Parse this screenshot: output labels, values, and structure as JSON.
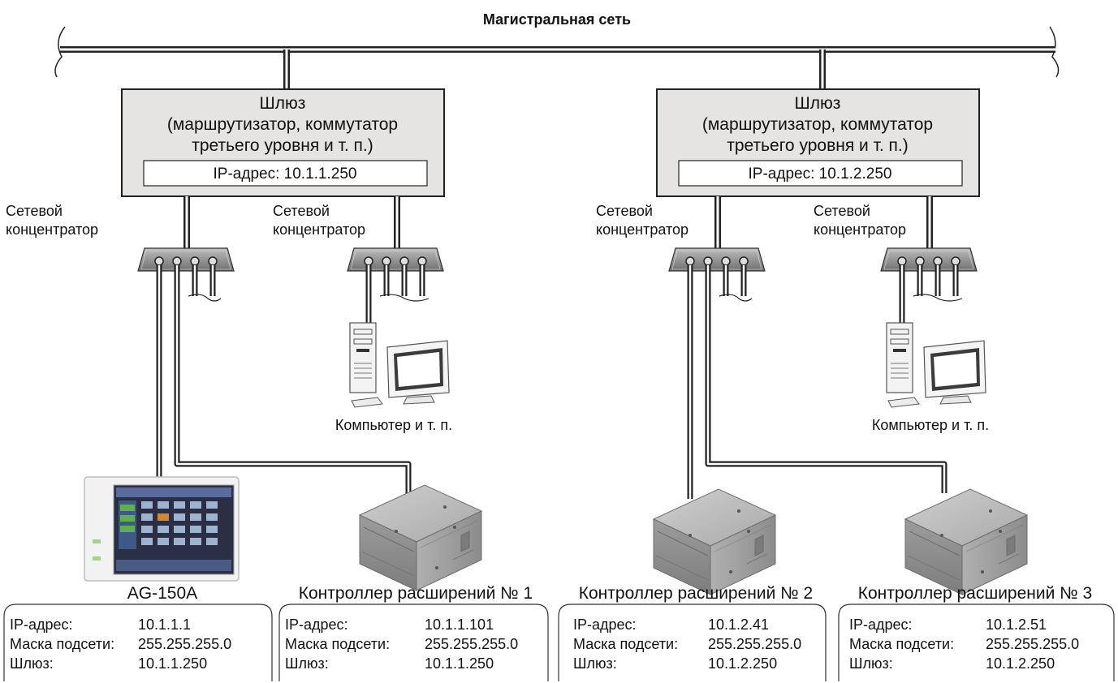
{
  "backbone_label": "Магистральная сеть",
  "gateways": [
    {
      "name": "Шлюз",
      "desc_line1": "(маршрутизатор, коммутатор",
      "desc_line2": "третьего уровня и т. п.)",
      "ip": "IP-адрес: 10.1.1.250"
    },
    {
      "name": "Шлюз",
      "desc_line1": "(маршрутизатор, коммутатор",
      "desc_line2": "третьего уровня и т. п.)",
      "ip": "IP-адрес: 10.1.2.250"
    }
  ],
  "hubs": [
    {
      "line1": "Сетевой",
      "line2": "концентратор"
    },
    {
      "line1": "Сетевой",
      "line2": "концентратор"
    },
    {
      "line1": "Сетевой",
      "line2": "концентратор"
    },
    {
      "line1": "Сетевой",
      "line2": "концентратор"
    }
  ],
  "computers": [
    {
      "label": "Компьютер и т. п."
    },
    {
      "label": "Компьютер и т. п."
    }
  ],
  "devices": [
    {
      "name": "AG-150A",
      "ip_label": "IP-адрес:",
      "ip": "10.1.1.1",
      "mask_label": "Маска подсети:",
      "mask": "255.255.255.0",
      "gw_label": "Шлюз:",
      "gw": "10.1.1.250"
    },
    {
      "name": "Контроллер расширений № 1",
      "ip_label": "IP-адрес:",
      "ip": "10.1.1.101",
      "mask_label": "Маска подсети:",
      "mask": "255.255.255.0",
      "gw_label": "Шлюз:",
      "gw": "10.1.1.250"
    },
    {
      "name": "Контроллер расширений № 2",
      "ip_label": "IP-адрес:",
      "ip": "10.1.2.41",
      "mask_label": "Маска подсети:",
      "mask": "255.255.255.0",
      "gw_label": "Шлюз:",
      "gw": "10.1.2.250"
    },
    {
      "name": "Контроллер расширений № 3",
      "ip_label": "IP-адрес:",
      "ip": "10.1.2.51",
      "mask_label": "Маска подсети:",
      "mask": "255.255.255.0",
      "gw_label": "Шлюз:",
      "gw": "10.1.2.250"
    }
  ],
  "colors": {
    "gateway_fill": "#e6e3e3",
    "line": "#222222",
    "hub_fill": "#8a8a8a",
    "controller_top": "#b9b9b9",
    "controller_side": "#8f8f8f"
  }
}
